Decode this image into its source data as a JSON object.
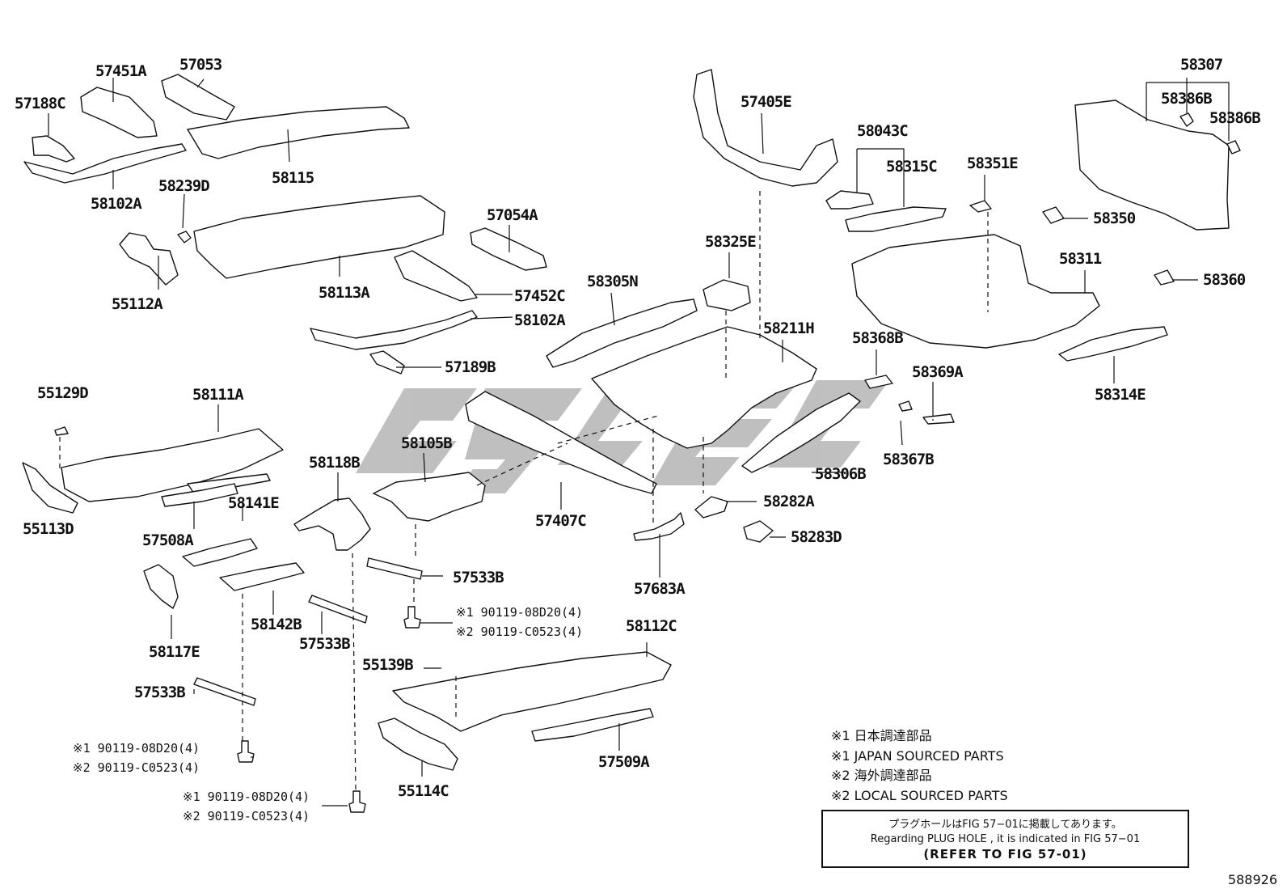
{
  "labels": {
    "p57451A": "57451A",
    "p57053": "57053",
    "p57188C": "57188C",
    "p58115": "58115",
    "p58102A_1": "58102A",
    "p58239D": "58239D",
    "p55112A": "55112A",
    "p58113A": "58113A",
    "p57054A": "57054A",
    "p57452C": "57452C",
    "p58102A_2": "58102A",
    "p57189B": "57189B",
    "p58305N": "58305N",
    "p58325E": "58325E",
    "p57405E": "57405E",
    "p58043C": "58043C",
    "p58315C": "58315C",
    "p58351E": "58351E",
    "p58307": "58307",
    "p58386B_1": "58386B",
    "p58386B_2": "58386B",
    "p58350": "58350",
    "p58311": "58311",
    "p58360": "58360",
    "p58211H": "58211H",
    "p58368B": "58368B",
    "p58369A": "58369A",
    "p58314E": "58314E",
    "p58367B": "58367B",
    "p58306B": "58306B",
    "p58282A": "58282A",
    "p58283D": "58283D",
    "p57683A": "57683A",
    "p57407C": "57407C",
    "p58105B": "58105B",
    "p58118B": "58118B",
    "p55129D": "55129D",
    "p58111A": "58111A",
    "p55113D": "55113D",
    "p58141E": "58141E",
    "p57508A": "57508A",
    "p58117E": "58117E",
    "p58142B": "58142B",
    "p57533B_1": "57533B",
    "p57533B_2": "57533B",
    "p57533B_3": "57533B",
    "p58112C": "58112C",
    "p55139B": "55139B",
    "p57509A": "57509A",
    "p55114C": "55114C"
  },
  "bolt_notes": {
    "a1": "※1 90119-08D20(4)",
    "a2": "※2 90119-C0523(4)",
    "b1": "※1 90119-08D20(4)",
    "b2": "※2 90119-C0523(4)",
    "c1": "※1 90119-08D20(4)",
    "c2": "※2 90119-C0523(4)"
  },
  "notes": {
    "n1": "※1 日本調達部品",
    "n2": "※1 JAPAN SOURCED PARTS",
    "n3": "※2 海外調達部品",
    "n4": "※2 LOCAL SOURCED PARTS"
  },
  "plug_box": {
    "line1": "プラグホールはFIG 57−01に掲載してあります。",
    "line2": "Regarding  PLUG  HOLE , it is indicated in FIG  57−01",
    "line3": "(REFER TO FIG 57-01)"
  },
  "figure_number": "588926",
  "colors": {
    "ink": "#111111",
    "watermark": "#b5b5b5",
    "background": "#ffffff"
  }
}
